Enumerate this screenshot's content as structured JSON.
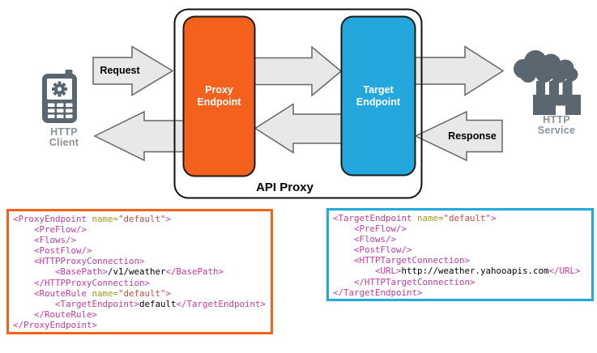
{
  "diagram": {
    "client_label": "HTTP\nClient",
    "service_label": "HTTP\nService",
    "api_proxy_label": "API Proxy",
    "proxy_endpoint_label": "Proxy\nEndpoint",
    "target_endpoint_label": "Target\nEndpoint",
    "request_label": "Request",
    "response_label": "Response"
  },
  "icons": [
    {
      "name": "mobile-client-icon",
      "meaning": "HTTP client phone with gear"
    },
    {
      "name": "factory-service-icon",
      "meaning": "HTTP backend service factory with smoke cloud"
    },
    {
      "name": "arrow-icon",
      "meaning": "gray flow arrows between client, proxy, target and service"
    }
  ],
  "colors": {
    "proxy_orange": "#F4611D",
    "target_blue": "#24A7DC",
    "icon_slate": "#5B6770",
    "node_label_gray": "#8A939B",
    "arrow_fill": "#E8E8E8",
    "arrow_stroke": "#666666",
    "box_border": "#1A1A1A",
    "code_tag": "#C6399F",
    "code_attr": "#9C9C1B",
    "code_value": "#CC4B43",
    "code_text": "#000000"
  },
  "code_blocks": [
    {
      "name": "proxy-endpoint-xml",
      "border_color": "#F4611D",
      "lines": [
        [
          {
            "t": "tag",
            "s": "<ProxyEndpoint "
          },
          {
            "t": "attr",
            "s": "name="
          },
          {
            "t": "val",
            "s": "\"default\""
          },
          {
            "t": "tag",
            "s": ">"
          }
        ],
        [
          {
            "t": "tag",
            "s": "    <PreFlow/>"
          }
        ],
        [
          {
            "t": "tag",
            "s": "    <Flows/>"
          }
        ],
        [
          {
            "t": "tag",
            "s": "    <PostFlow/>"
          }
        ],
        [
          {
            "t": "tag",
            "s": "    <HTTPProxyConnection>"
          }
        ],
        [
          {
            "t": "tag",
            "s": "        <BasePath>"
          },
          {
            "t": "text",
            "s": "/v1/weather"
          },
          {
            "t": "tag",
            "s": "</BasePath>"
          }
        ],
        [
          {
            "t": "tag",
            "s": "    </HTTPProxyConnection>"
          }
        ],
        [
          {
            "t": "tag",
            "s": "    <RouteRule "
          },
          {
            "t": "attr",
            "s": "name="
          },
          {
            "t": "val",
            "s": "\"default\""
          },
          {
            "t": "tag",
            "s": ">"
          }
        ],
        [
          {
            "t": "tag",
            "s": "        <TargetEndpoint>"
          },
          {
            "t": "text",
            "s": "default"
          },
          {
            "t": "tag",
            "s": "</TargetEndpoint>"
          }
        ],
        [
          {
            "t": "tag",
            "s": "    </RouteRule>"
          }
        ],
        [
          {
            "t": "tag",
            "s": "</ProxyEndpoint>"
          }
        ]
      ]
    },
    {
      "name": "target-endpoint-xml",
      "border_color": "#24A7DC",
      "lines": [
        [
          {
            "t": "tag",
            "s": "<TargetEndpoint "
          },
          {
            "t": "attr",
            "s": "name="
          },
          {
            "t": "val",
            "s": "\"default\""
          },
          {
            "t": "tag",
            "s": ">"
          }
        ],
        [
          {
            "t": "tag",
            "s": "    <PreFlow/>"
          }
        ],
        [
          {
            "t": "tag",
            "s": "    <Flows/>"
          }
        ],
        [
          {
            "t": "tag",
            "s": "    <PostFlow/>"
          }
        ],
        [
          {
            "t": "tag",
            "s": "    <HTTPTargetConnection>"
          }
        ],
        [
          {
            "t": "tag",
            "s": "        <URL>"
          },
          {
            "t": "text",
            "s": "http://weather.yahooapis.com"
          },
          {
            "t": "tag",
            "s": "</URL>"
          }
        ],
        [
          {
            "t": "tag",
            "s": "    </HTTPTargetConnection>"
          }
        ],
        [
          {
            "t": "tag",
            "s": "</TargetEndpoint>"
          }
        ]
      ]
    }
  ]
}
